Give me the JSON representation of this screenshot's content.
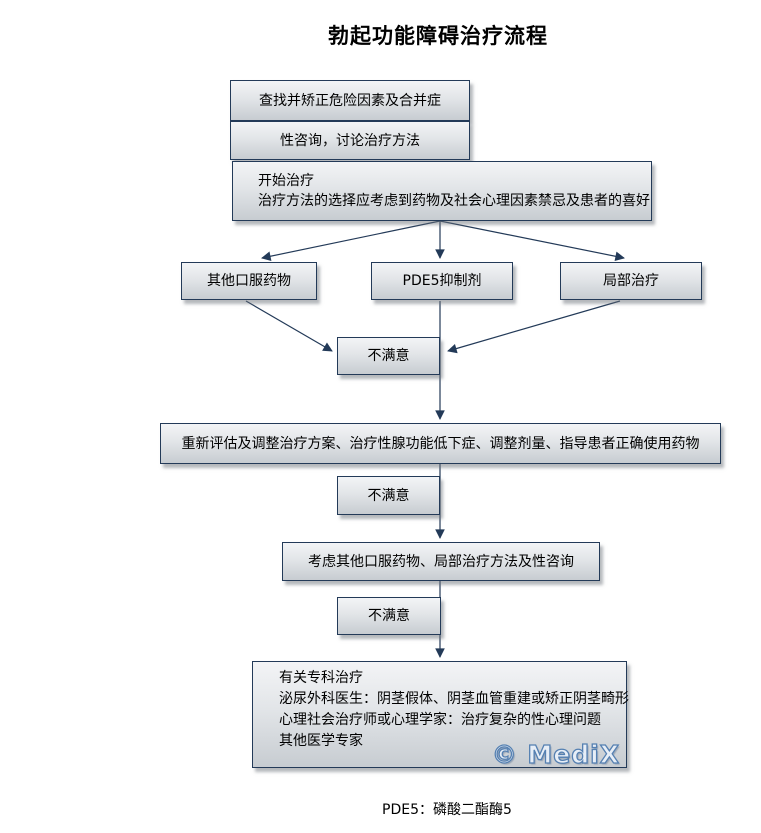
{
  "title": "勃起功能障碍治疗流程",
  "flow": {
    "step_risk": "查找并矫正危险因素及合并症",
    "step_counsel": "性咨询，讨论治疗方法",
    "step_start_line1": "开始治疗",
    "step_start_line2": "治疗方法的选择应考虑到药物及社会心理因素禁忌及患者的喜好",
    "option_other_oral": "其他口服药物",
    "option_pde5": "PDE5抑制剂",
    "option_topical": "局部治疗",
    "unsatisfied_1": "不满意",
    "step_reassess": "重新评估及调整治疗方案、治疗性腺功能低下症、调整剂量、指导患者正确使用药物",
    "unsatisfied_2": "不满意",
    "step_consider": "考虑其他口服药物、局部治疗方法及性咨询",
    "unsatisfied_3": "不满意",
    "specialist_line1": "有关专科治疗",
    "specialist_line2": "泌尿外科医生：阴茎假体、阴茎血管重建或矫正阴茎畸形",
    "specialist_line3": "心理社会治疗师或心理学家：治疗复杂的性心理问题",
    "specialist_line4": "其他医学专家"
  },
  "watermark": "© MediX",
  "footnote": "PDE5：磷酸二酯酶5",
  "colors": {
    "box_border": "#233a58",
    "arrow": "#233a58",
    "box_fill_top": "#f3f4f6",
    "box_fill_bottom": "#c7ccd1",
    "watermark_fill": "#e7eef7",
    "watermark_stroke": "#5580b2"
  }
}
